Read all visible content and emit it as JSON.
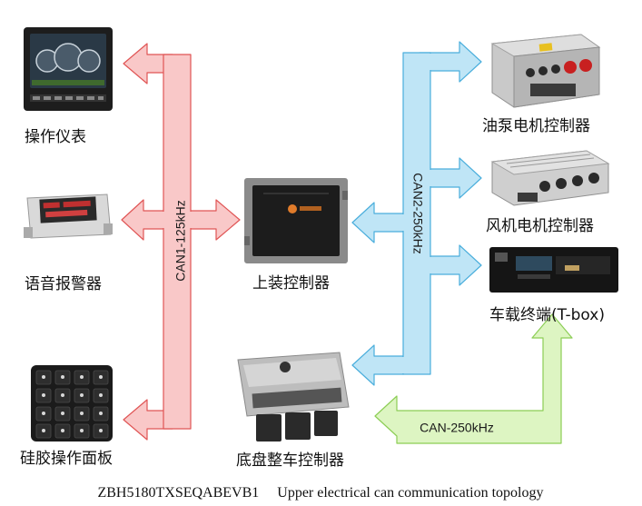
{
  "labels": {
    "instrument": "操作仪表",
    "voice_alarm": "语音报警器",
    "silicone_panel": "硅胶操作面板",
    "upper_controller": "上装控制器",
    "oil_pump_controller": "油泵电机控制器",
    "fan_controller": "风机电机控制器",
    "tbox": "车载终端(T-box)",
    "chassis_controller": "底盘整车控制器"
  },
  "buses": {
    "can1": "CAN1-125kHz",
    "can2": "CAN2-250kHz",
    "can3": "CAN-250kHz"
  },
  "caption": {
    "model": "ZBH5180TXSEQABEVB1",
    "title": "Upper electrical can communication topology"
  },
  "colors": {
    "can1_fill": "#f9c8c8",
    "can1_stroke": "#e05555",
    "can2_fill": "#bfe5f6",
    "can2_stroke": "#4aaedc",
    "can3_fill": "#ddf5c2",
    "can3_stroke": "#8ccd55"
  }
}
